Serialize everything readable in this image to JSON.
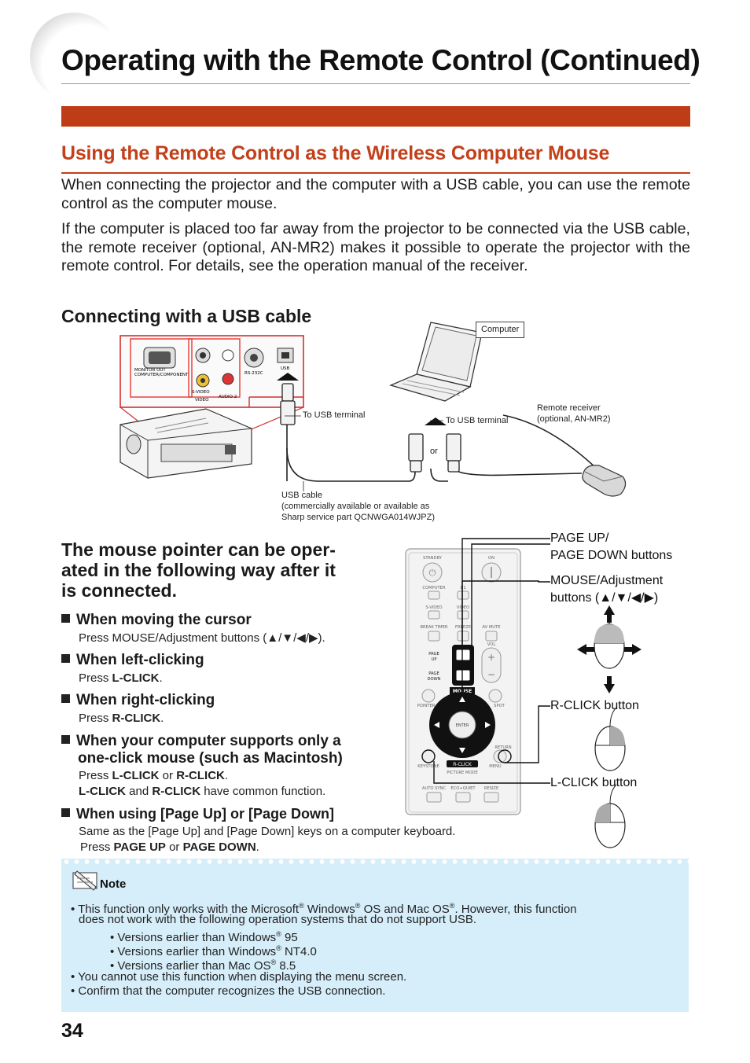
{
  "page": {
    "title": "Operating with the Remote Control (Continued)",
    "page_number": "34",
    "accent_color": "#bf3d16",
    "heading_color": "#c2401a"
  },
  "section": {
    "heading": "Using the Remote Control as the Wireless Computer Mouse",
    "para1": "When connecting the projector and the computer with a USB cable, you can use the remote control as the computer mouse.",
    "para2": "If the computer is placed too far away from the projector to be connected via the USB cable, the remote receiver (optional, AN-MR2) makes it possible to operate the projector with the remote control.  For details, see the operation manual of the receiver."
  },
  "usb": {
    "heading": "Connecting with a USB cable",
    "diagram": {
      "computer_label": "Computer",
      "to_usb_terminal_left": "To USB terminal",
      "to_usb_terminal_right": "To USB terminal",
      "or_label": "or",
      "receiver_label_1": "Remote receiver",
      "receiver_label_2": "(optional, AN-MR2)",
      "cable_label_1": "USB cable",
      "cable_label_2": "(commercially available or available  as",
      "cable_label_3": "Sharp service part QCNWGA014WJPZ)",
      "panel": {
        "monitor_out": "MONITOR OUT",
        "computer_component": "COMPUTER/COMPONENT",
        "svideo": "S-VIDEO",
        "video": "VIDEO",
        "audio2": "AUDIO 2",
        "rs232c": "RS-232C",
        "usb": "USB"
      }
    }
  },
  "mouse": {
    "heading": "The mouse pointer can be operated in the following way after it is connected.",
    "heading_lines": [
      "The mouse pointer can be oper-",
      "ated in the following way after it",
      "is connected."
    ],
    "items": [
      {
        "title": "When moving the cursor",
        "desc": "Press MOUSE/Adjustment buttons (▲/▼/◀/▶)."
      },
      {
        "title": "When left-clicking",
        "desc_prefix": "Press ",
        "desc_key": "L-CLICK",
        "desc_suffix": "."
      },
      {
        "title": "When right-clicking",
        "desc_prefix": "Press ",
        "desc_key": "R-CLICK",
        "desc_suffix": "."
      },
      {
        "title_1": "When your computer supports only a",
        "title_2": "one-click mouse (such as Macintosh)",
        "line1_prefix": "Press ",
        "line1_key1": "L-CLICK",
        "line1_mid": " or ",
        "line1_key2": "R-CLICK",
        "line1_suffix": ".",
        "line2_key1": "L-CLICK",
        "line2_mid": " and ",
        "line2_key2": "R-CLICK",
        "line2_suffix": " have common function."
      },
      {
        "title": "When using [Page Up] or [Page Down]",
        "desc1": "Same as the [Page Up] and [Page Down] keys on a computer keyboard.",
        "desc2_prefix": "Press ",
        "desc2_key1": "PAGE UP",
        "desc2_mid": " or ",
        "desc2_key2": "PAGE DOWN",
        "desc2_suffix": "."
      }
    ]
  },
  "remote": {
    "page_label_1": "PAGE UP/",
    "page_label_2": "PAGE DOWN buttons",
    "mouse_label_1": "MOUSE/Adjustment",
    "mouse_label_2": "buttons (▲/▼/◀/▶)",
    "rclick_label": "R-CLICK button",
    "lclick_label": "L-CLICK button",
    "buttons": {
      "standby": "STANDBY",
      "on": "ON",
      "computer": "COMPUTER",
      "d1": "D1",
      "svideo": "S-VIDEO",
      "video": "VIDEO",
      "break_timer": "BREAK TIMER",
      "freeze": "FREEZE",
      "av_mute": "AV MUTE",
      "page_up_1": "PAGE",
      "page_up_2": "UP",
      "page_down_1": "PAGE",
      "page_down_2": "DOWN",
      "vol": "VOL",
      "mouse": "MOUSE",
      "enter": "ENTER",
      "pointer": "POINTER",
      "spot": "SPOT",
      "return": "RETURN",
      "keystone": "KEYSTONE",
      "r_click": "R-CLICK",
      "menu": "MENU",
      "picture_mode": "PICTURE MODE",
      "auto_sync": "AUTO SYNC",
      "eco_quiet": "ECO+QUIET",
      "resize": "RESIZE"
    }
  },
  "note": {
    "title": "Note",
    "b1_l1_a": "• This function only works with the Microsoft",
    "b1_l1_b": " Windows",
    "b1_l1_c": " OS and Mac OS",
    "b1_l1_d": ". However, this function",
    "b1_l2": "does not work with the following operation systems that do not support USB.",
    "sub1_a": "• Versions earlier than Windows",
    "sub1_b": " 95",
    "sub2_a": "• Versions earlier than Windows",
    "sub2_b": " NT4.0",
    "sub3_a": "• Versions earlier than Mac OS",
    "sub3_b": " 8.5",
    "reg": "®",
    "b2": "• You cannot use this function when displaying the menu screen.",
    "b3": "• Confirm that the computer recognizes the USB connection."
  }
}
